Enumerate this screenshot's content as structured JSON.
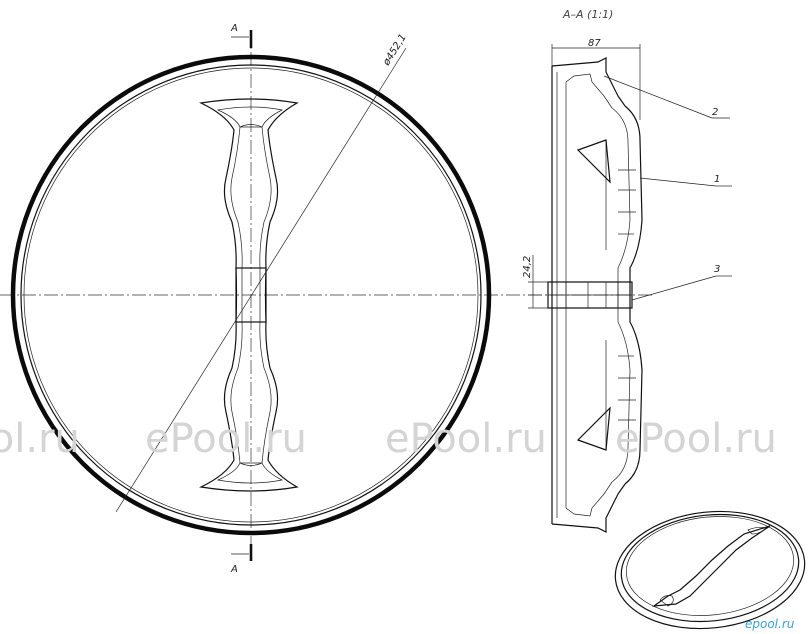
{
  "drawing": {
    "section_title": "A–A (1:1)",
    "section_marker": "A",
    "diameter_label": "ø452,1",
    "height_label": "87",
    "offset_label": "24,2",
    "callouts": [
      "1",
      "2",
      "3"
    ]
  },
  "watermarks": [
    "ePool.ru",
    "ePool.ru",
    "ePool.ru",
    "ePool.ru"
  ],
  "brand_logo": "epool.ru",
  "colors": {
    "line": "#111111",
    "watermark": "#d4d4d4",
    "logo": "#3aa0d8"
  }
}
